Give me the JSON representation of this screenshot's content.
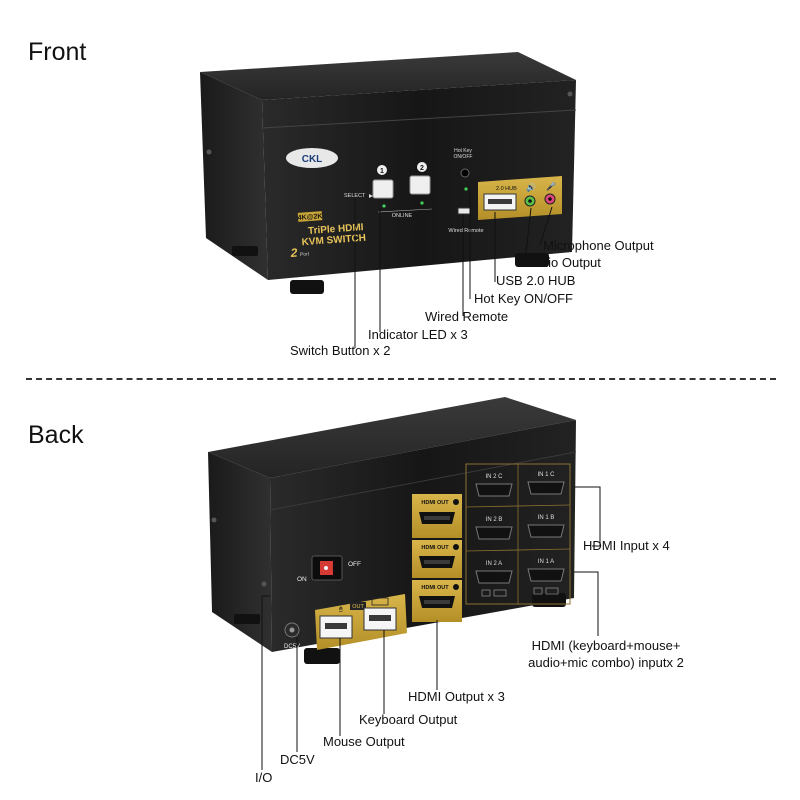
{
  "front": {
    "title": "Front",
    "brand": "CKL",
    "badge": "4K@2K",
    "product_line1": "TriPle HDMI",
    "product_line2": "KVM SWITCH",
    "port_count": "2",
    "port_word": "Port",
    "select_label": "SELECT",
    "online_label": "ONLINE",
    "button_labels": [
      "1",
      "2"
    ],
    "hotkey_label": [
      "Hot Key",
      "ON/OFF"
    ],
    "usb_hub_label": "2.0 HUB",
    "wired_remote_label": "Wired Remote"
  },
  "back": {
    "title": "Back",
    "on_label": "ON",
    "off_label": "OFF",
    "dc_label": "DC5V",
    "usb_out_label": "OUT",
    "hdmi_out_labels": [
      "HDMI OUT",
      "HDMI OUT",
      "HDMI OUT"
    ],
    "hdmi_in_labels": [
      "IN 2 C",
      "IN 1 C",
      "IN 2 B",
      "IN 1 B",
      "IN 2 A",
      "IN 1 A"
    ]
  },
  "callouts": {
    "microphone_output": "Microphone Output",
    "audio_output": "Audio Output",
    "usb_hub": "USB 2.0 HUB",
    "hot_key": "Hot Key ON/OFF",
    "wired_remote": "Wired Remote",
    "indicator_led": "Indicator LED x 3",
    "switch_button": "Switch Button x 2",
    "hdmi_input": "HDMI Input x 4",
    "hdmi_combo_line1": "HDMI (keyboard+mouse+",
    "hdmi_combo_line2": "audio+mic combo) inputx 2",
    "hdmi_output": "HDMI Output x 3",
    "keyboard_output": "Keyboard Output",
    "mouse_output": "Mouse Output",
    "dc5v": "DC5V",
    "io": "I/O"
  },
  "colors": {
    "device_body": "#1c1c1c",
    "gold_panel": "#c9a537",
    "led_green": "#3fd35a",
    "mic_jack": "#e0457b",
    "audio_jack": "#59c24a"
  }
}
